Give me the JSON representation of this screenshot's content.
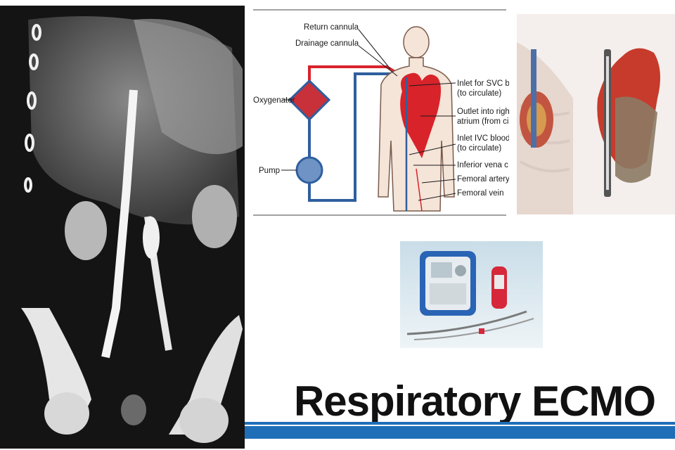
{
  "slide": {
    "title": "Respiratory ECMO",
    "accent_color": "#1f6fb8"
  },
  "ct_image": {
    "icon": "ct-scan-image"
  },
  "diagram": {
    "labels": {
      "return_cannula": "Return cannula",
      "drainage_cannula": "Drainage cannula",
      "oxygenator": "Oxygenator",
      "pump": "Pump",
      "inlet_svc_1": "Inlet for SVC b",
      "inlet_svc_2": "(to circulate)",
      "outlet_ra_1": "Outlet into righ",
      "outlet_ra_2": "atrium (from ci",
      "inlet_ivc_1": "Inlet IVC blood",
      "inlet_ivc_2": "(to circulate)",
      "ivc": "Inferior vena c",
      "femoral_artery": "Femoral artery",
      "femoral_vein": "Femoral vein"
    }
  },
  "heart_illustration": {
    "icon": "heart-cannula-illustration"
  },
  "device_photo": {
    "icon": "ecmo-device-photo"
  }
}
